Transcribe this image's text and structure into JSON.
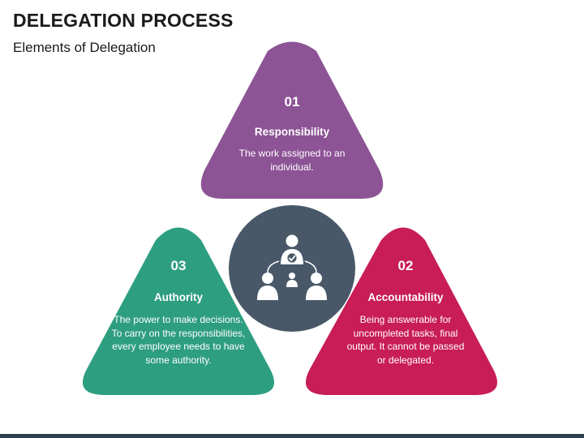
{
  "header": {
    "title": "DELEGATION PROCESS",
    "subtitle": "Elements of Delegation"
  },
  "center": {
    "icon": "delegation-hierarchy-icon",
    "color": "#485869"
  },
  "elements": [
    {
      "number": "01",
      "label": "Responsibility",
      "description": "The work assigned to an individual.",
      "color": "#8c5395"
    },
    {
      "number": "02",
      "label": "Accountability",
      "description": "Being answerable for uncompleted tasks, final output. It cannot be passed or delegated.",
      "color": "#c81d56"
    },
    {
      "number": "03",
      "label": "Authority",
      "description": "The power to make decisions. To carry on the responsibilities, every employee needs to have some authority.",
      "color": "#2e9e80"
    }
  ]
}
